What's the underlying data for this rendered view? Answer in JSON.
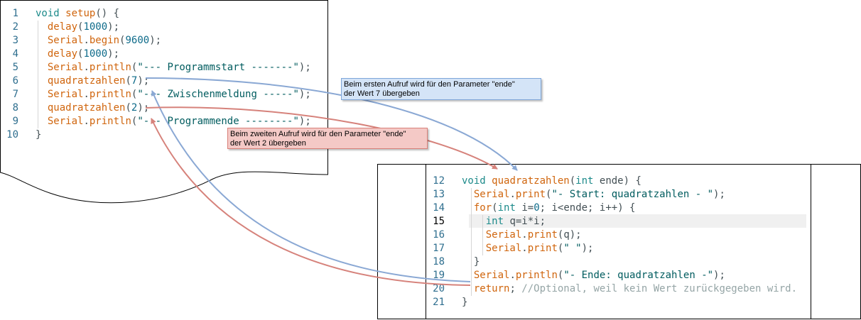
{
  "sketch1": {
    "lines": [
      {
        "num": "1",
        "tokens": [
          {
            "t": "void",
            "c": "kw"
          },
          {
            "t": " ",
            "c": "tx"
          },
          {
            "t": "setup",
            "c": "fn"
          },
          {
            "t": "() {",
            "c": "tx"
          }
        ]
      },
      {
        "num": "2",
        "tokens": [
          {
            "t": "  ",
            "c": "tx"
          },
          {
            "t": "delay",
            "c": "fn"
          },
          {
            "t": "(",
            "c": "tx"
          },
          {
            "t": "1000",
            "c": "num"
          },
          {
            "t": ");",
            "c": "tx"
          }
        ]
      },
      {
        "num": "3",
        "tokens": [
          {
            "t": "  ",
            "c": "tx"
          },
          {
            "t": "Serial",
            "c": "fn"
          },
          {
            "t": ".",
            "c": "tx"
          },
          {
            "t": "begin",
            "c": "fn"
          },
          {
            "t": "(",
            "c": "tx"
          },
          {
            "t": "9600",
            "c": "num"
          },
          {
            "t": ");",
            "c": "tx"
          }
        ]
      },
      {
        "num": "4",
        "tokens": [
          {
            "t": "  ",
            "c": "tx"
          },
          {
            "t": "delay",
            "c": "fn"
          },
          {
            "t": "(",
            "c": "tx"
          },
          {
            "t": "1000",
            "c": "num"
          },
          {
            "t": ");",
            "c": "tx"
          }
        ]
      },
      {
        "num": "5",
        "tokens": [
          {
            "t": "  ",
            "c": "tx"
          },
          {
            "t": "Serial",
            "c": "fn"
          },
          {
            "t": ".",
            "c": "tx"
          },
          {
            "t": "println",
            "c": "fn"
          },
          {
            "t": "(",
            "c": "tx"
          },
          {
            "t": "\"--- Programmstart -------\"",
            "c": "str"
          },
          {
            "t": ");",
            "c": "tx"
          }
        ]
      },
      {
        "num": "6",
        "tokens": [
          {
            "t": "  ",
            "c": "tx"
          },
          {
            "t": "quadratzahlen",
            "c": "fn"
          },
          {
            "t": "(",
            "c": "tx"
          },
          {
            "t": "7",
            "c": "num"
          },
          {
            "t": ");",
            "c": "tx"
          }
        ]
      },
      {
        "num": "7",
        "tokens": [
          {
            "t": "  ",
            "c": "tx"
          },
          {
            "t": "Serial",
            "c": "fn"
          },
          {
            "t": ".",
            "c": "tx"
          },
          {
            "t": "println",
            "c": "fn"
          },
          {
            "t": "(",
            "c": "tx"
          },
          {
            "t": "\"--- Zwischenmeldung -----\"",
            "c": "str"
          },
          {
            "t": ");",
            "c": "tx"
          }
        ]
      },
      {
        "num": "8",
        "tokens": [
          {
            "t": "  ",
            "c": "tx"
          },
          {
            "t": "quadratzahlen",
            "c": "fn"
          },
          {
            "t": "(",
            "c": "tx"
          },
          {
            "t": "2",
            "c": "num"
          },
          {
            "t": ");",
            "c": "tx"
          }
        ]
      },
      {
        "num": "9",
        "tokens": [
          {
            "t": "  ",
            "c": "tx"
          },
          {
            "t": "Serial",
            "c": "fn"
          },
          {
            "t": ".",
            "c": "tx"
          },
          {
            "t": "println",
            "c": "fn"
          },
          {
            "t": "(",
            "c": "tx"
          },
          {
            "t": "\"--- Programmende --------\"",
            "c": "str"
          },
          {
            "t": ");",
            "c": "tx"
          }
        ]
      },
      {
        "num": "10",
        "tokens": [
          {
            "t": "}",
            "c": "tx"
          }
        ]
      }
    ]
  },
  "sketch2": {
    "highlight_line": "15",
    "lines": [
      {
        "num": "12",
        "tokens": [
          {
            "t": "void",
            "c": "kw"
          },
          {
            "t": " ",
            "c": "tx"
          },
          {
            "t": "quadratzahlen",
            "c": "fn"
          },
          {
            "t": "(",
            "c": "tx"
          },
          {
            "t": "int",
            "c": "kw"
          },
          {
            "t": " ende) {",
            "c": "tx"
          }
        ]
      },
      {
        "num": "13",
        "tokens": [
          {
            "t": "  ",
            "c": "tx"
          },
          {
            "t": "Serial",
            "c": "fn"
          },
          {
            "t": ".",
            "c": "tx"
          },
          {
            "t": "print",
            "c": "fn"
          },
          {
            "t": "(",
            "c": "tx"
          },
          {
            "t": "\"- Start: quadratzahlen - \"",
            "c": "str"
          },
          {
            "t": ");",
            "c": "tx"
          }
        ]
      },
      {
        "num": "14",
        "tokens": [
          {
            "t": "  ",
            "c": "tx"
          },
          {
            "t": "for",
            "c": "fn"
          },
          {
            "t": "(",
            "c": "tx"
          },
          {
            "t": "int",
            "c": "kw"
          },
          {
            "t": " i=",
            "c": "tx"
          },
          {
            "t": "0",
            "c": "num"
          },
          {
            "t": "; i<ende; i++) {",
            "c": "tx"
          }
        ]
      },
      {
        "num": "15",
        "tokens": [
          {
            "t": "    ",
            "c": "tx"
          },
          {
            "t": "int",
            "c": "kw"
          },
          {
            "t": " q=i*i;",
            "c": "tx"
          }
        ]
      },
      {
        "num": "16",
        "tokens": [
          {
            "t": "    ",
            "c": "tx"
          },
          {
            "t": "Serial",
            "c": "fn"
          },
          {
            "t": ".",
            "c": "tx"
          },
          {
            "t": "print",
            "c": "fn"
          },
          {
            "t": "(q);",
            "c": "tx"
          }
        ]
      },
      {
        "num": "17",
        "tokens": [
          {
            "t": "    ",
            "c": "tx"
          },
          {
            "t": "Serial",
            "c": "fn"
          },
          {
            "t": ".",
            "c": "tx"
          },
          {
            "t": "print",
            "c": "fn"
          },
          {
            "t": "(",
            "c": "tx"
          },
          {
            "t": "\" \"",
            "c": "str"
          },
          {
            "t": ");",
            "c": "tx"
          }
        ]
      },
      {
        "num": "18",
        "tokens": [
          {
            "t": "  }",
            "c": "tx"
          }
        ]
      },
      {
        "num": "19",
        "tokens": [
          {
            "t": "  ",
            "c": "tx"
          },
          {
            "t": "Serial",
            "c": "fn"
          },
          {
            "t": ".",
            "c": "tx"
          },
          {
            "t": "println",
            "c": "fn"
          },
          {
            "t": "(",
            "c": "tx"
          },
          {
            "t": "\"- Ende: quadratzahlen -\"",
            "c": "str"
          },
          {
            "t": ");",
            "c": "tx"
          }
        ]
      },
      {
        "num": "20",
        "tokens": [
          {
            "t": "  ",
            "c": "tx"
          },
          {
            "t": "return",
            "c": "fn"
          },
          {
            "t": "; ",
            "c": "tx"
          },
          {
            "t": "//Optional, weil kein Wert zurückgegeben wird.",
            "c": "cm"
          }
        ]
      },
      {
        "num": "21",
        "tokens": [
          {
            "t": "}",
            "c": "tx"
          }
        ]
      }
    ]
  },
  "callouts": {
    "first": {
      "line1": "Beim ersten Aufruf wird für den Parameter \"ende\"",
      "line2": "der Wert 7 übergeben",
      "bg": "#d4e4f7",
      "border": "#7ea6d9"
    },
    "second": {
      "line1": "Beim zweiten Aufruf wird für den Parameter \"ende\"",
      "line2": "der Wert 2 übergeben",
      "bg": "#f4c9c6",
      "border": "#d98079"
    }
  },
  "colors": {
    "blue_arrow": "#8aa8d4",
    "red_arrow": "#d6827b"
  }
}
